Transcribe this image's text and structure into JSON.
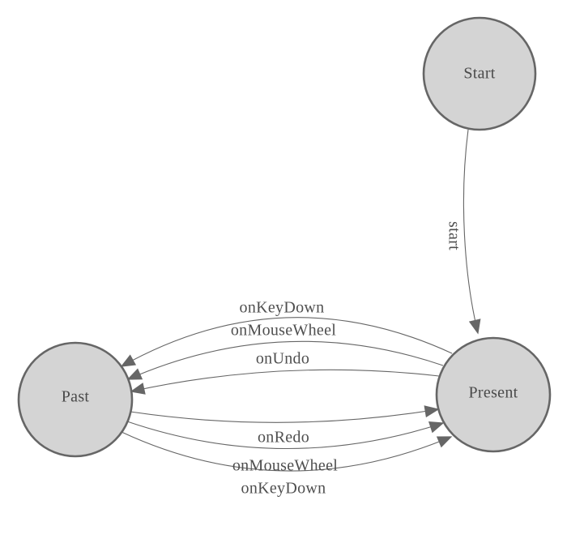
{
  "diagram": {
    "type": "finite-state-machine",
    "colors": {
      "background": "#ffffff",
      "node_fill": "#d4d4d4",
      "node_border": "#666666",
      "edge_line": "#666666",
      "arrowhead": "#666666",
      "node_label_text": "#4a4a4a",
      "edge_label_text": "#4f4f4f"
    }
  },
  "nodes": [
    {
      "id": "start",
      "label": "Start"
    },
    {
      "id": "present",
      "label": "Present"
    },
    {
      "id": "past",
      "label": "Past"
    }
  ],
  "edges": [
    {
      "id": "start-to-present",
      "from": "Start",
      "to": "Present",
      "label": "start"
    },
    {
      "id": "present-to-past-onkeydown",
      "from": "Present",
      "to": "Past",
      "label": "onKeyDown"
    },
    {
      "id": "present-to-past-onmousewheel",
      "from": "Present",
      "to": "Past",
      "label": "onMouseWheel"
    },
    {
      "id": "present-to-past-onundo",
      "from": "Present",
      "to": "Past",
      "label": "onUndo"
    },
    {
      "id": "past-to-present-onredo",
      "from": "Past",
      "to": "Present",
      "label": "onRedo"
    },
    {
      "id": "past-to-present-onmousewheel",
      "from": "Past",
      "to": "Present",
      "label": "onMouseWheel"
    },
    {
      "id": "past-to-present-onkeydown",
      "from": "Past",
      "to": "Present",
      "label": "onKeyDown"
    }
  ]
}
